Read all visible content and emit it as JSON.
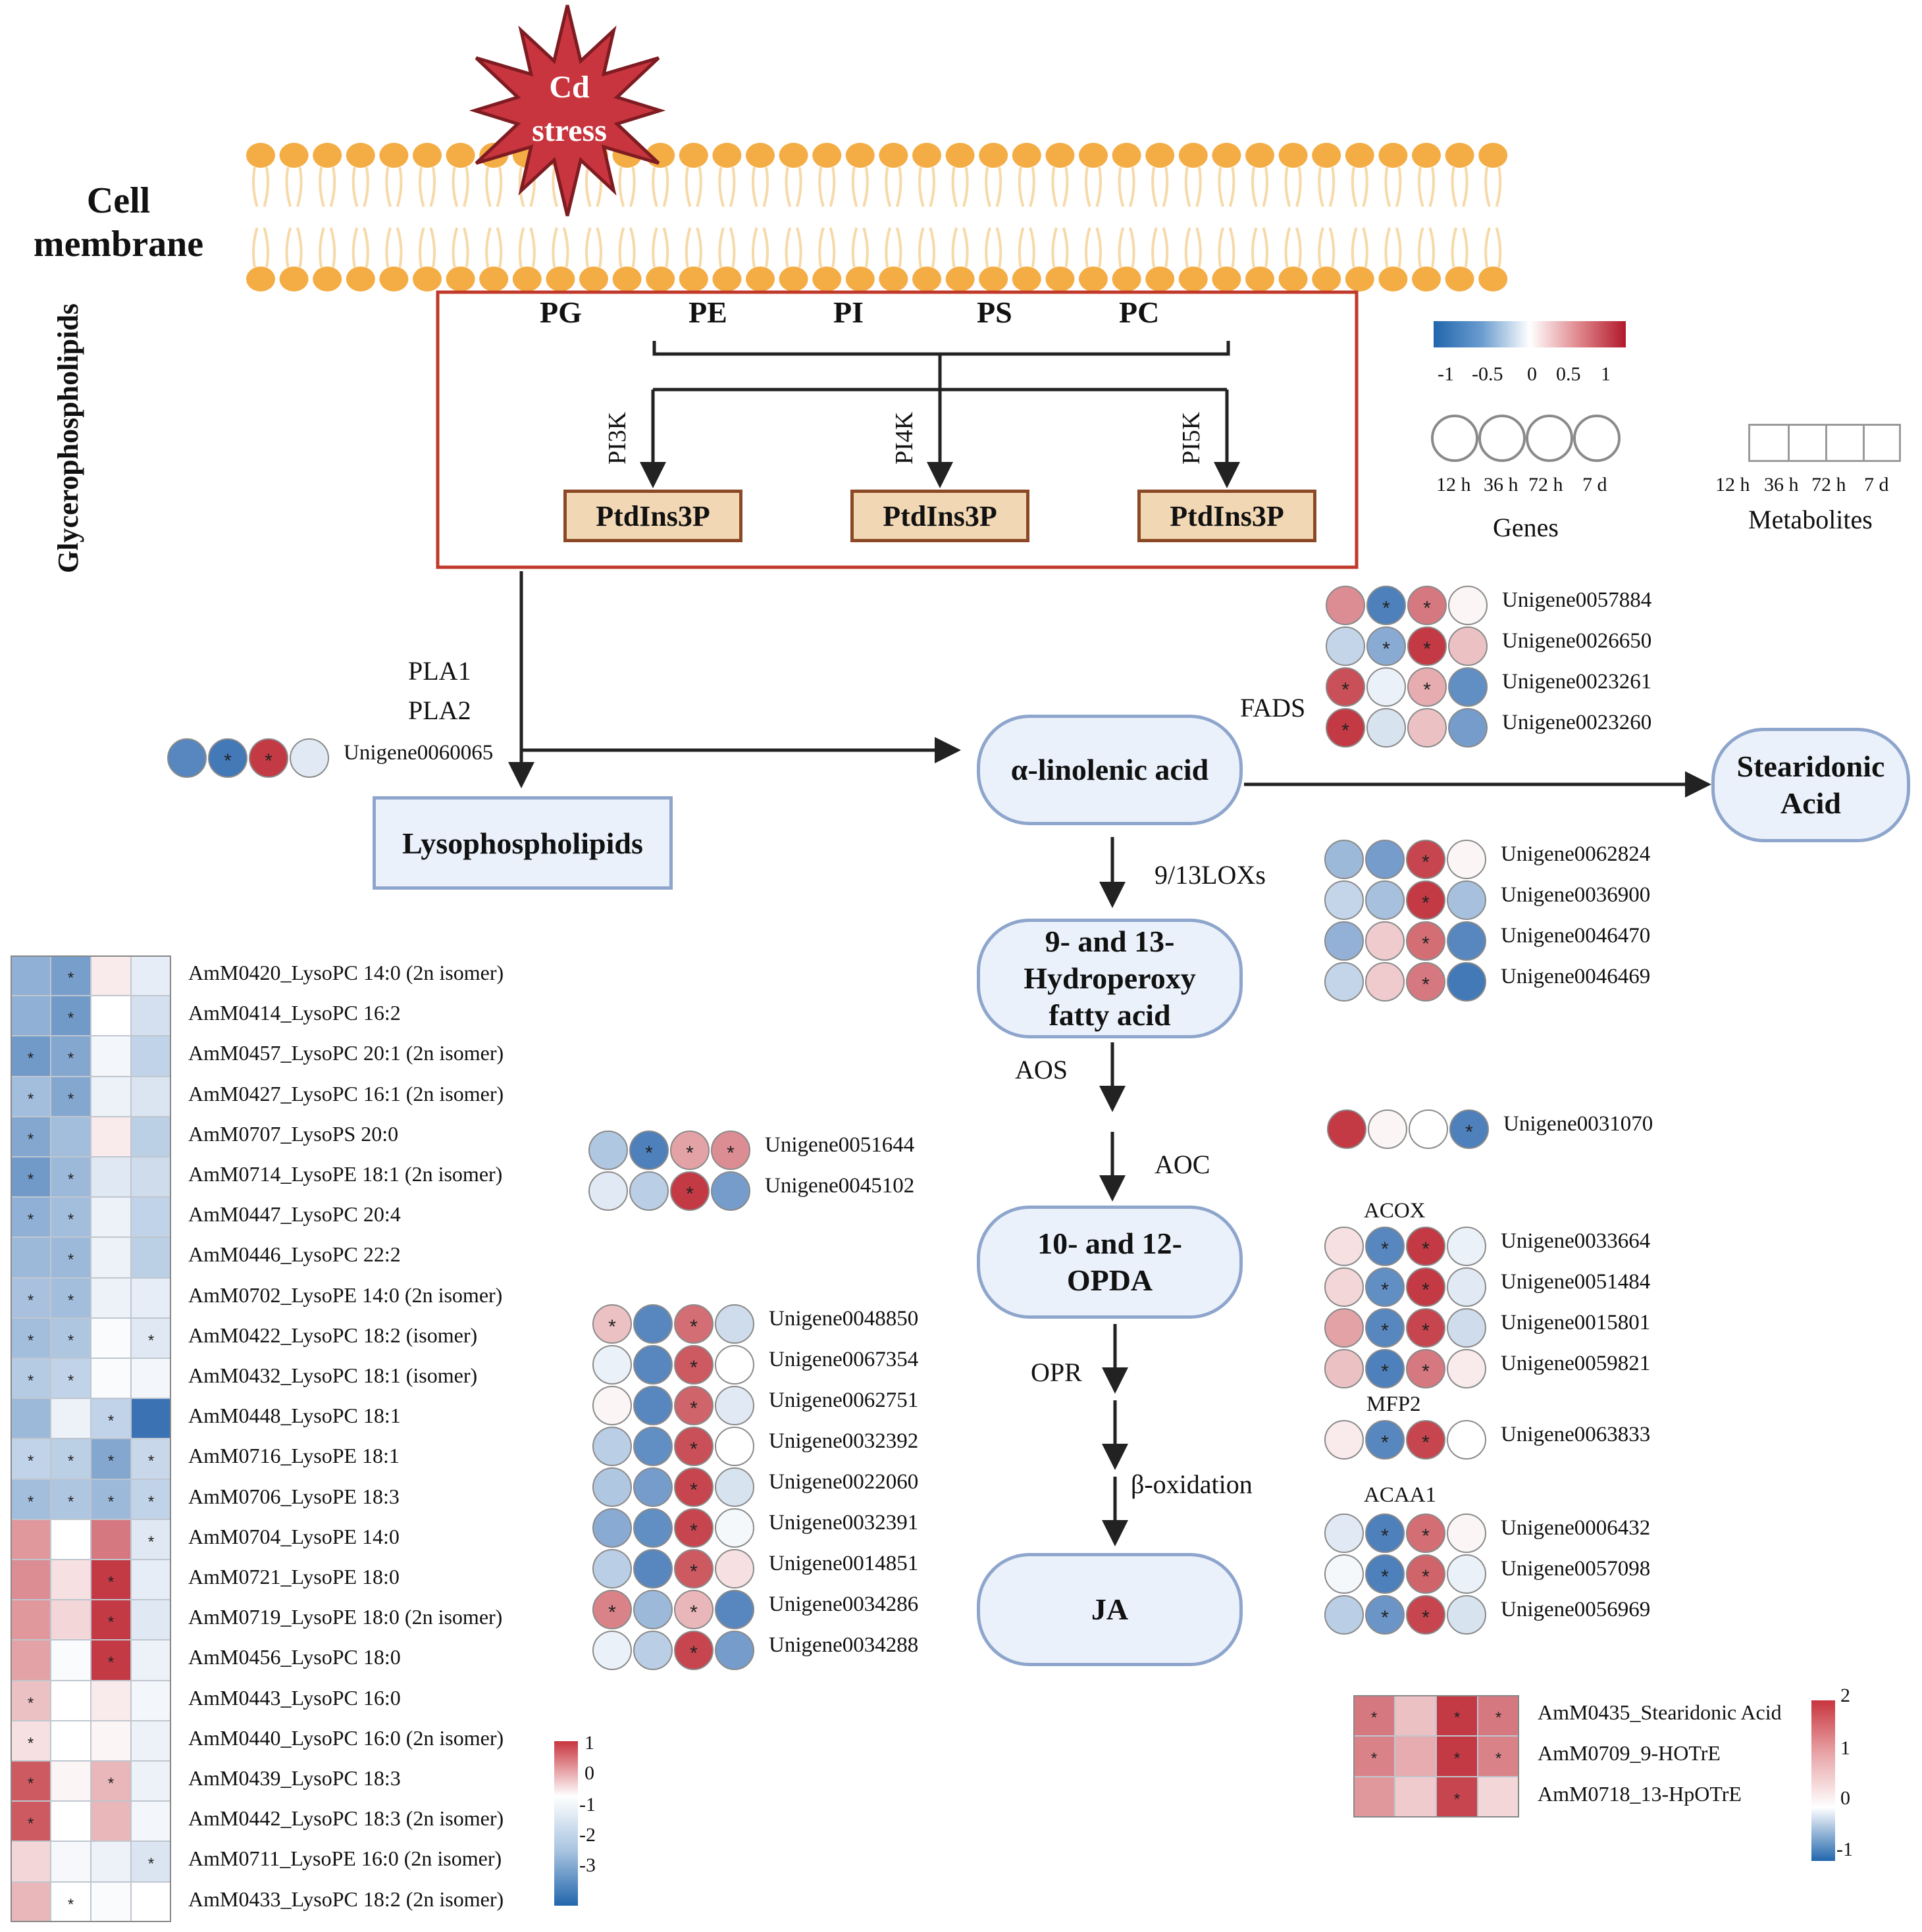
{
  "stress": {
    "line1": "Cd",
    "line2": "stress"
  },
  "membrane": {
    "line1": "Cell",
    "line2": "membrane"
  },
  "glycerophospholipids": "Glycerophospholipids",
  "phospholipids": [
    "PG",
    "PE",
    "PI",
    "PS",
    "PC"
  ],
  "kinases": [
    "PI3K",
    "PI4K",
    "PI5K"
  ],
  "ptdins": [
    "PtdIns3P",
    "PtdIns3P",
    "PtdIns3P"
  ],
  "pla": {
    "line1": "PLA1",
    "line2": "PLA2"
  },
  "nodes": {
    "lyso": "Lysophospholipids",
    "ala": "α-linolenic acid",
    "stear1": "Stearidonic",
    "stear2": "Acid",
    "hpo1": "9- and 13-",
    "hpo2": "Hydroperoxy",
    "hpo3": "fatty acid",
    "opda1": "10- and 12-",
    "opda2": "OPDA",
    "ja": "JA"
  },
  "enzymes": {
    "fads": "FADS",
    "lox": "9/13LOXs",
    "aos": "AOS",
    "aoc": "AOC",
    "opr": "OPR",
    "boxid": "β-oxidation",
    "acox": "ACOX",
    "mfp2": "MFP2",
    "acaa1": "ACAA1"
  },
  "legend": {
    "gene_scale_ticks": [
      "-1",
      "-0.5",
      "0",
      "0.5",
      "1"
    ],
    "time_points": [
      "12 h",
      "36 h",
      "72 h",
      "7 d"
    ],
    "genes_label": "Genes",
    "metabolites_label": "Metabolites",
    "lyso_scale_ticks": [
      "1",
      "0",
      "-1",
      "-2",
      "-3"
    ],
    "acid_scale_ticks": [
      "2",
      "1",
      "0",
      "-1"
    ]
  },
  "colors": {
    "membrane_head": "#f4ad45",
    "membrane_tail": "#f6d9a8",
    "star": "#c8353e",
    "box_red": "#c0392b",
    "pill_fill": "#eaf1fb",
    "pill_border": "#8ea5cc",
    "ptd_fill": "#f2d7b4",
    "ptd_border": "#8b4a25",
    "high": "#b2182b",
    "low": "#2166ac"
  },
  "gene_groups": [
    {
      "id": "pla",
      "rows": [
        {
          "name": "Unigene0060065",
          "values": [
            -0.85,
            -0.95,
            0.95,
            -0.15
          ],
          "sig": [
            false,
            true,
            true,
            false
          ]
        }
      ]
    },
    {
      "id": "fads",
      "rows": [
        {
          "name": "Unigene0057884",
          "values": [
            0.55,
            -0.9,
            0.65,
            0.05
          ],
          "sig": [
            false,
            true,
            true,
            false
          ]
        },
        {
          "name": "Unigene0026650",
          "values": [
            -0.3,
            -0.6,
            0.95,
            0.3
          ],
          "sig": [
            false,
            true,
            true,
            false
          ]
        },
        {
          "name": "Unigene0023261",
          "values": [
            0.85,
            -0.1,
            0.4,
            -0.8
          ],
          "sig": [
            true,
            false,
            true,
            false
          ]
        },
        {
          "name": "Unigene0023260",
          "values": [
            0.95,
            -0.2,
            0.3,
            -0.7
          ],
          "sig": [
            true,
            false,
            false,
            false
          ]
        }
      ]
    },
    {
      "id": "lox",
      "rows": [
        {
          "name": "Unigene0062824",
          "values": [
            -0.5,
            -0.7,
            0.9,
            0.05
          ],
          "sig": [
            false,
            false,
            true,
            false
          ]
        },
        {
          "name": "Unigene0036900",
          "values": [
            -0.3,
            -0.45,
            0.95,
            -0.45
          ],
          "sig": [
            false,
            false,
            true,
            false
          ]
        },
        {
          "name": "Unigene0046470",
          "values": [
            -0.55,
            0.25,
            0.7,
            -0.85
          ],
          "sig": [
            false,
            false,
            true,
            false
          ]
        },
        {
          "name": "Unigene0046469",
          "values": [
            -0.3,
            0.25,
            0.65,
            -0.95
          ],
          "sig": [
            false,
            false,
            true,
            false
          ]
        }
      ]
    },
    {
      "id": "aoc",
      "rows": [
        {
          "name": "Unigene0031070",
          "values": [
            0.95,
            0.05,
            0.0,
            -0.9
          ],
          "sig": [
            false,
            false,
            false,
            true
          ]
        }
      ]
    },
    {
      "id": "acox",
      "rows": [
        {
          "name": "Unigene0033664",
          "values": [
            0.15,
            -0.85,
            0.95,
            -0.1
          ],
          "sig": [
            false,
            true,
            true,
            false
          ]
        },
        {
          "name": "Unigene0051484",
          "values": [
            0.2,
            -0.8,
            0.95,
            -0.15
          ],
          "sig": [
            false,
            true,
            true,
            false
          ]
        },
        {
          "name": "Unigene0015801",
          "values": [
            0.45,
            -0.85,
            0.9,
            -0.25
          ],
          "sig": [
            false,
            true,
            true,
            false
          ]
        },
        {
          "name": "Unigene0059821",
          "values": [
            0.3,
            -0.9,
            0.65,
            0.1
          ],
          "sig": [
            false,
            true,
            true,
            false
          ]
        }
      ]
    },
    {
      "id": "mfp2",
      "rows": [
        {
          "name": "Unigene0063833",
          "values": [
            0.1,
            -0.85,
            0.9,
            0.0
          ],
          "sig": [
            false,
            true,
            true,
            false
          ]
        }
      ]
    },
    {
      "id": "acaa1",
      "rows": [
        {
          "name": "Unigene0006432",
          "values": [
            -0.15,
            -0.9,
            0.7,
            0.05
          ],
          "sig": [
            false,
            true,
            true,
            false
          ]
        },
        {
          "name": "Unigene0057098",
          "values": [
            -0.05,
            -0.9,
            0.75,
            -0.1
          ],
          "sig": [
            false,
            true,
            true,
            false
          ]
        },
        {
          "name": "Unigene0056969",
          "values": [
            -0.35,
            -0.75,
            0.9,
            -0.2
          ],
          "sig": [
            false,
            true,
            true,
            false
          ]
        }
      ]
    },
    {
      "id": "mid1",
      "rows": [
        {
          "name": "Unigene0051644",
          "values": [
            -0.4,
            -0.9,
            0.45,
            0.55
          ],
          "sig": [
            false,
            true,
            true,
            true
          ]
        },
        {
          "name": "Unigene0045102",
          "values": [
            -0.15,
            -0.35,
            0.95,
            -0.7
          ],
          "sig": [
            false,
            false,
            true,
            false
          ]
        }
      ]
    },
    {
      "id": "mid2",
      "rows": [
        {
          "name": "Unigene0048850",
          "values": [
            0.3,
            -0.85,
            0.7,
            -0.25
          ],
          "sig": [
            true,
            false,
            true,
            false
          ]
        },
        {
          "name": "Unigene0067354",
          "values": [
            -0.1,
            -0.85,
            0.8,
            0.0
          ],
          "sig": [
            false,
            false,
            true,
            false
          ]
        },
        {
          "name": "Unigene0062751",
          "values": [
            0.05,
            -0.85,
            0.75,
            -0.15
          ],
          "sig": [
            false,
            false,
            true,
            false
          ]
        },
        {
          "name": "Unigene0032392",
          "values": [
            -0.35,
            -0.8,
            0.85,
            0.0
          ],
          "sig": [
            false,
            false,
            true,
            false
          ]
        },
        {
          "name": "Unigene0022060",
          "values": [
            -0.4,
            -0.7,
            0.9,
            -0.2
          ],
          "sig": [
            false,
            false,
            true,
            false
          ]
        },
        {
          "name": "Unigene0032391",
          "values": [
            -0.6,
            -0.8,
            0.9,
            -0.05
          ],
          "sig": [
            false,
            false,
            true,
            false
          ]
        },
        {
          "name": "Unigene0014851",
          "values": [
            -0.35,
            -0.85,
            0.8,
            0.15
          ],
          "sig": [
            false,
            false,
            true,
            false
          ]
        },
        {
          "name": "Unigene0034286",
          "values": [
            0.6,
            -0.5,
            0.35,
            -0.85
          ],
          "sig": [
            true,
            false,
            true,
            false
          ]
        },
        {
          "name": "Unigene0034288",
          "values": [
            -0.1,
            -0.35,
            0.9,
            -0.7
          ],
          "sig": [
            false,
            false,
            true,
            false
          ]
        }
      ]
    }
  ],
  "lyso_heatmap": [
    {
      "name": "AmM0420_LysoPC 14:0 (2n isomer)",
      "values": [
        -1.8,
        -2.2,
        0.1,
        -0.4
      ],
      "sig": [
        false,
        true,
        false,
        false
      ]
    },
    {
      "name": "AmM0414_LysoPC 16:2",
      "values": [
        -1.8,
        -2.3,
        0.0,
        -0.7
      ],
      "sig": [
        false,
        true,
        false,
        false
      ]
    },
    {
      "name": "AmM0457_LysoPC 20:1 (2n isomer)",
      "values": [
        -2.3,
        -2.0,
        -0.2,
        -1.0
      ],
      "sig": [
        true,
        true,
        false,
        false
      ]
    },
    {
      "name": "AmM0427_LysoPC 16:1 (2n isomer)",
      "values": [
        -1.5,
        -2.0,
        -0.3,
        -0.6
      ],
      "sig": [
        true,
        true,
        false,
        false
      ]
    },
    {
      "name": "AmM0707_LysoPS 20:0",
      "values": [
        -2.0,
        -1.5,
        0.1,
        -1.1
      ],
      "sig": [
        true,
        false,
        false,
        false
      ]
    },
    {
      "name": "AmM0714_LysoPE 18:1 (2n isomer)",
      "values": [
        -2.3,
        -1.6,
        -0.5,
        -0.8
      ],
      "sig": [
        true,
        true,
        false,
        false
      ]
    },
    {
      "name": "AmM0447_LysoPC 20:4",
      "values": [
        -1.8,
        -1.5,
        -0.3,
        -1.0
      ],
      "sig": [
        true,
        true,
        false,
        false
      ]
    },
    {
      "name": "AmM0446_LysoPC 22:2",
      "values": [
        -1.6,
        -1.6,
        -0.3,
        -1.1
      ],
      "sig": [
        false,
        true,
        false,
        false
      ]
    },
    {
      "name": "AmM0702_LysoPE 14:0 (2n isomer)",
      "values": [
        -1.4,
        -1.5,
        -0.3,
        -0.4
      ],
      "sig": [
        true,
        true,
        false,
        false
      ]
    },
    {
      "name": "AmM0422_LysoPC 18:2 (isomer)",
      "values": [
        -1.5,
        -1.3,
        -0.1,
        -0.5
      ],
      "sig": [
        true,
        true,
        false,
        true
      ]
    },
    {
      "name": "AmM0432_LysoPC 18:1 (isomer)",
      "values": [
        -1.2,
        -1.0,
        -0.1,
        -0.2
      ],
      "sig": [
        true,
        true,
        false,
        false
      ]
    },
    {
      "name": "AmM0448_LysoPC 18:1",
      "values": [
        -1.6,
        -0.3,
        -1.0,
        -3.2
      ],
      "sig": [
        false,
        false,
        true,
        false
      ]
    },
    {
      "name": "AmM0716_LysoPE 18:1",
      "values": [
        -1.0,
        -1.1,
        -2.0,
        -0.9
      ],
      "sig": [
        true,
        true,
        true,
        true
      ]
    },
    {
      "name": "AmM0706_LysoPE 18:3",
      "values": [
        -1.5,
        -1.3,
        -1.6,
        -1.0
      ],
      "sig": [
        true,
        true,
        true,
        true
      ]
    },
    {
      "name": "AmM0704_LysoPE 14:0",
      "values": [
        0.5,
        0.0,
        0.65,
        -0.5
      ],
      "sig": [
        false,
        false,
        false,
        true
      ]
    },
    {
      "name": "AmM0721_LysoPE 18:0",
      "values": [
        0.55,
        0.15,
        0.95,
        -0.4
      ],
      "sig": [
        false,
        false,
        true,
        false
      ]
    },
    {
      "name": "AmM0719_LysoPE 18:0 (2n isomer)",
      "values": [
        0.5,
        0.2,
        0.95,
        -0.5
      ],
      "sig": [
        false,
        false,
        true,
        false
      ]
    },
    {
      "name": "AmM0456_LysoPC 18:0",
      "values": [
        0.45,
        -0.1,
        0.95,
        -0.3
      ],
      "sig": [
        false,
        false,
        true,
        false
      ]
    },
    {
      "name": "AmM0443_LysoPC 16:0",
      "values": [
        0.3,
        0.0,
        0.1,
        -0.2
      ],
      "sig": [
        true,
        false,
        false,
        false
      ]
    },
    {
      "name": "AmM0440_LysoPC 16:0 (2n isomer)",
      "values": [
        0.15,
        0.0,
        0.05,
        -0.3
      ],
      "sig": [
        true,
        false,
        false,
        false
      ]
    },
    {
      "name": "AmM0439_LysoPC 18:3",
      "values": [
        0.8,
        0.05,
        0.35,
        -0.3
      ],
      "sig": [
        true,
        false,
        true,
        false
      ]
    },
    {
      "name": "AmM0442_LysoPC 18:3 (2n isomer)",
      "values": [
        0.8,
        0.0,
        0.35,
        -0.2
      ],
      "sig": [
        true,
        false,
        false,
        false
      ]
    },
    {
      "name": "AmM0711_LysoPE 16:0 (2n isomer)",
      "values": [
        0.2,
        -0.15,
        -0.3,
        -0.6
      ],
      "sig": [
        false,
        false,
        false,
        true
      ]
    },
    {
      "name": "AmM0433_LysoPC 18:2 (2n isomer)",
      "values": [
        0.35,
        0.0,
        -0.1,
        0.0
      ],
      "sig": [
        false,
        true,
        false,
        false
      ]
    }
  ],
  "acid_heatmap": [
    {
      "name": "AmM0435_Stearidonic Acid",
      "values": [
        1.3,
        0.6,
        1.9,
        1.3
      ],
      "sig": [
        true,
        false,
        true,
        true
      ]
    },
    {
      "name": "AmM0709_9-HOTrE",
      "values": [
        1.2,
        0.8,
        1.9,
        1.2
      ],
      "sig": [
        true,
        false,
        true,
        true
      ]
    },
    {
      "name": "AmM0718_13-HpOTrE",
      "values": [
        1.0,
        0.5,
        1.8,
        0.4
      ],
      "sig": [
        false,
        false,
        true,
        false
      ]
    }
  ]
}
